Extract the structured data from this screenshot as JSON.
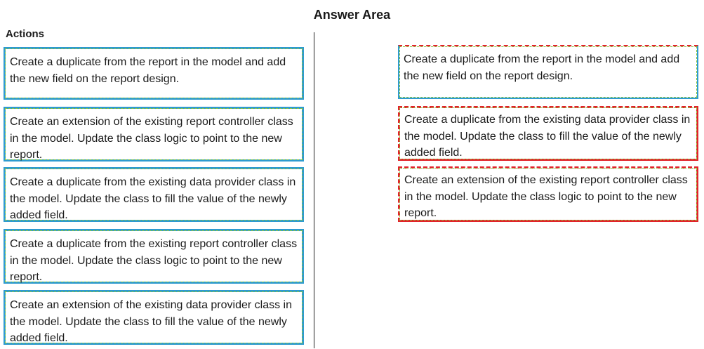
{
  "title": "Answer Area",
  "actions_heading": "Actions",
  "actions": [
    {
      "text": "Create a duplicate from the report in the model and add the new field on the report design."
    },
    {
      "text": "Create an extension of the existing report controller class in the model. Update the class logic to point to the new report."
    },
    {
      "text": "Create a duplicate from the existing data provider class in the model. Update the class to fill the value of the newly added field."
    },
    {
      "text": "Create a duplicate from the existing report controller class in the model. Update the class logic to point to the new report."
    },
    {
      "text": "Create an extension of the existing data provider class in the model. Update the class to fill the value of the newly added field."
    }
  ],
  "answers": [
    {
      "text": "Create a duplicate from the report in the model and add the new field on the report design."
    },
    {
      "text": "Create a duplicate from the existing data provider class in the model. Update the class to fill the value of the newly added field."
    },
    {
      "text": "Create an extension of the existing report controller class in the model. Update the class logic to point to the new report."
    }
  ],
  "colors": {
    "card_border": "#2e9bd0",
    "card_inner_dash": "#8cc63f",
    "selected_border": "#e2232a"
  }
}
